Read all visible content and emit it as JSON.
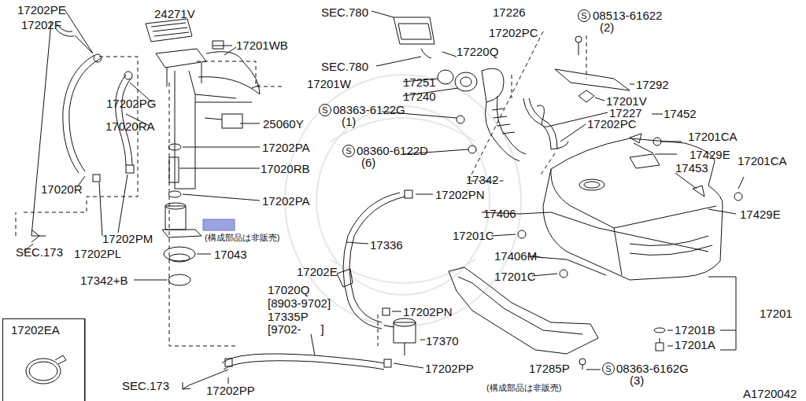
{
  "diagram": {
    "nodes": [
      {
        "text": [
          "17202EA"
        ]
      }
    ],
    "labels": [
      "17202PE",
      "17202F",
      "24271V",
      "SEC.780",
      "17226",
      "S",
      "08513-61622",
      "(2)",
      "17201WB",
      "17202PC",
      "17220Q",
      "SEC.780",
      "17251",
      "17201W",
      "17292",
      "17240",
      "17201V",
      "17202PG",
      "S",
      "08363-6122G",
      "(1)",
      "17227",
      "17452",
      "17202PC",
      "17020RA",
      "25060Y",
      "17201CA",
      "17202PA",
      "S",
      "08360-6122D",
      "(6)",
      "17429E",
      "17201CA",
      "17453",
      "17020RB",
      "17342",
      "17020R",
      "17202PN",
      "17202PA",
      "17406",
      "17429E",
      "(構成部品は非販売)",
      "17201C",
      "17202PM",
      "17336",
      "SEC.173",
      "17202PL",
      "17043",
      "17406M",
      "17201C",
      "17202E",
      "17342+B",
      "17020Q",
      "[8903-9702]",
      "17335P",
      "17201",
      "17202PN",
      "[9702-      ]",
      "17201B",
      "17370",
      "17201A",
      "S",
      "08363-6162G",
      "17202PP",
      "17285P",
      "(3)",
      "SEC.173",
      "(構成部品は非販売)",
      "17202PP",
      "A1720042"
    ]
  }
}
